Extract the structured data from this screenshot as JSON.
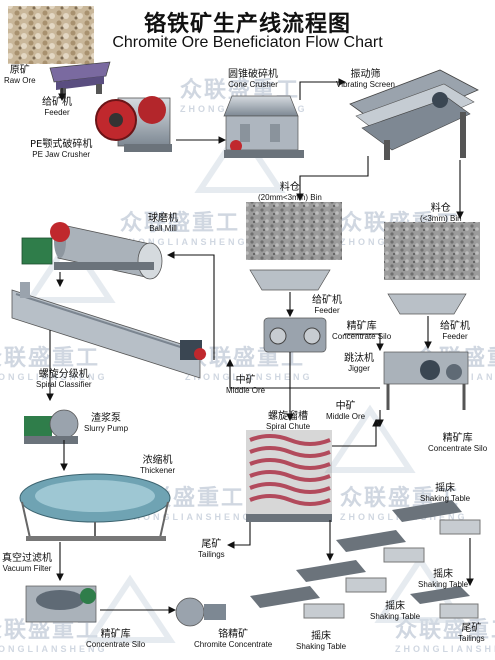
{
  "title": {
    "cn": "铬铁矿生产线流程图",
    "en": "Chromite Ore Beneficiaton Flow Chart"
  },
  "watermark": {
    "cn": "众联盛重工",
    "en": "ZHONGLIANSHENG"
  },
  "labels": {
    "raw_ore": {
      "cn": "原矿",
      "en": "Raw Ore"
    },
    "feeder_top": {
      "cn": "给矿机",
      "en": "Feeder"
    },
    "jaw_crusher": {
      "cn": "PE颚式破碎机",
      "en": "PE Jaw Crusher"
    },
    "cone_crusher": {
      "cn": "圆锥破碎机",
      "en": "Cone Crusher"
    },
    "vibrating_screen": {
      "cn": "振动筛",
      "en": "Vibrating Screen"
    },
    "bin_left": {
      "cn": "料仓",
      "size": "(20mm<3mm)",
      "en": "Bin"
    },
    "bin_right": {
      "cn": "料仓",
      "size": "(<3mm)",
      "en": "Bin"
    },
    "ball_mill": {
      "cn": "球磨机",
      "en": "Ball Mill"
    },
    "feeder_mid": {
      "cn": "给矿机",
      "en": "Feeder"
    },
    "feeder_right": {
      "cn": "给矿机",
      "en": "Feeder"
    },
    "concentrate_silo_mid": {
      "cn": "精矿库",
      "en": "Concentrate Silo"
    },
    "jigger": {
      "cn": "跳汰机",
      "en": "Jigger"
    },
    "middle_ore_left": {
      "cn": "中矿",
      "en": "Middle Ore"
    },
    "middle_ore_right": {
      "cn": "中矿",
      "en": "Middle Ore"
    },
    "spiral_classifier": {
      "cn": "螺旋分级机",
      "en": "Spiral Classifier"
    },
    "slurry_pump": {
      "cn": "渣浆泵",
      "en": "Slurry Pump"
    },
    "spiral_chute": {
      "cn": "螺旋溜槽",
      "en": "Spiral Chute"
    },
    "concentrate_silo_right": {
      "cn": "精矿库",
      "en": "Concentrate Silo"
    },
    "thickener": {
      "cn": "浓缩机",
      "en": "Thickener"
    },
    "shaking_table_1": {
      "cn": "摇床",
      "en": "Shaking Table"
    },
    "tailings_left": {
      "cn": "尾矿",
      "en": "Tailings"
    },
    "shaking_table_2": {
      "cn": "摇床",
      "en": "Shaking Table"
    },
    "vacuum_filter": {
      "cn": "真空过滤机",
      "en": "Vacuum Filter"
    },
    "shaking_table_3": {
      "cn": "摇床",
      "en": "Shaking Table"
    },
    "concentrate_silo_bottom": {
      "cn": "精矿库",
      "en": "Concentrate Silo"
    },
    "chromite_concentrate": {
      "cn": "铬精矿",
      "en": "Chromite Concentrate"
    },
    "shaking_table_4": {
      "cn": "摇床",
      "en": "Shaking Table"
    },
    "tailings_right": {
      "cn": "尾矿",
      "en": "Tailings"
    }
  },
  "colors": {
    "machine_grey": "#9aa3ad",
    "machine_dark": "#5f6a75",
    "accent_red": "#c0282d",
    "spiral_red": "#b24a5c",
    "motor_green": "#2f7d4a",
    "ore_grey": "#8c8c8c",
    "arrow": "#111111"
  }
}
